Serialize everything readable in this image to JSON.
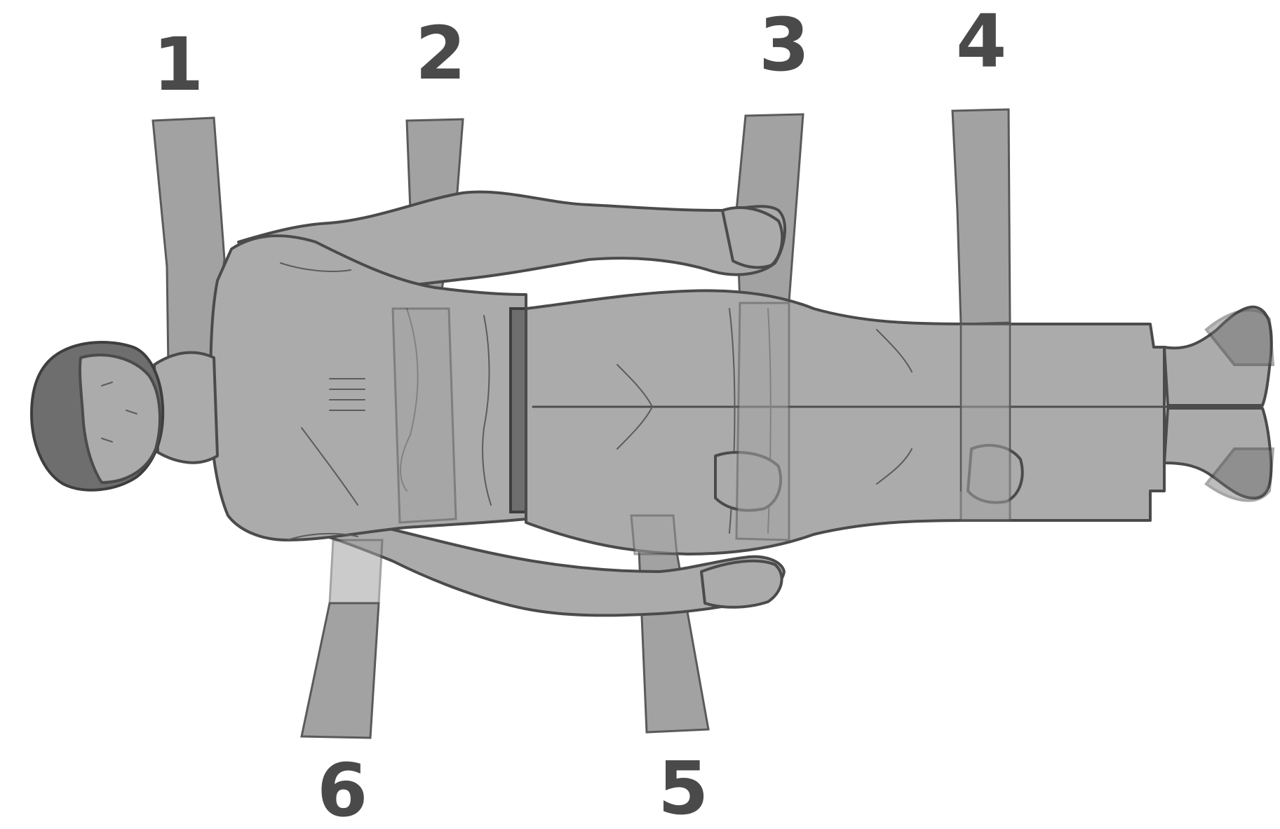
{
  "diagram": {
    "strap_labels": [
      "1",
      "2",
      "3",
      "4",
      "5",
      "6"
    ]
  },
  "colors": {
    "background": "#ffffff",
    "strap": "#a2a2a2",
    "body": "#ababab",
    "label": "#4a4a4a"
  }
}
